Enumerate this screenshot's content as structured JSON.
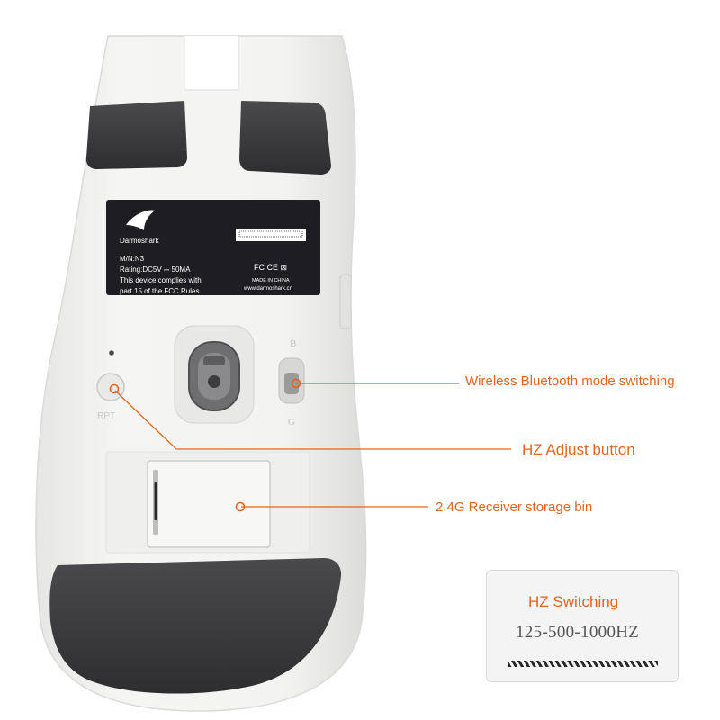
{
  "colors": {
    "accent": "#e0661f",
    "body": "#f2f2f0",
    "feet": "#3a3a3c",
    "sticker": "#1e1e22"
  },
  "label": {
    "brand": "Darmoshark",
    "model": "M/N:N3",
    "rating": "Rating:DC5V ⎓ 50MA",
    "compliance_line1": "This device complies with",
    "compliance_line2": "part 15 of the FCC Rules",
    "cert": "FC CE ⊠",
    "made_in": "MADE IN CHINA",
    "website": "www.darmoshark.cn"
  },
  "switch": {
    "top_label": "B",
    "bottom_label": "G"
  },
  "button": {
    "label": "RPT"
  },
  "callouts": {
    "mode_switch": "Wireless Bluetooth mode switching",
    "hz_button": "HZ  Adjust button",
    "receiver_bin": "2.4G Receiver storage bin"
  },
  "hz_card": {
    "title": "HZ Switching",
    "value": "125-500-1000HZ"
  }
}
